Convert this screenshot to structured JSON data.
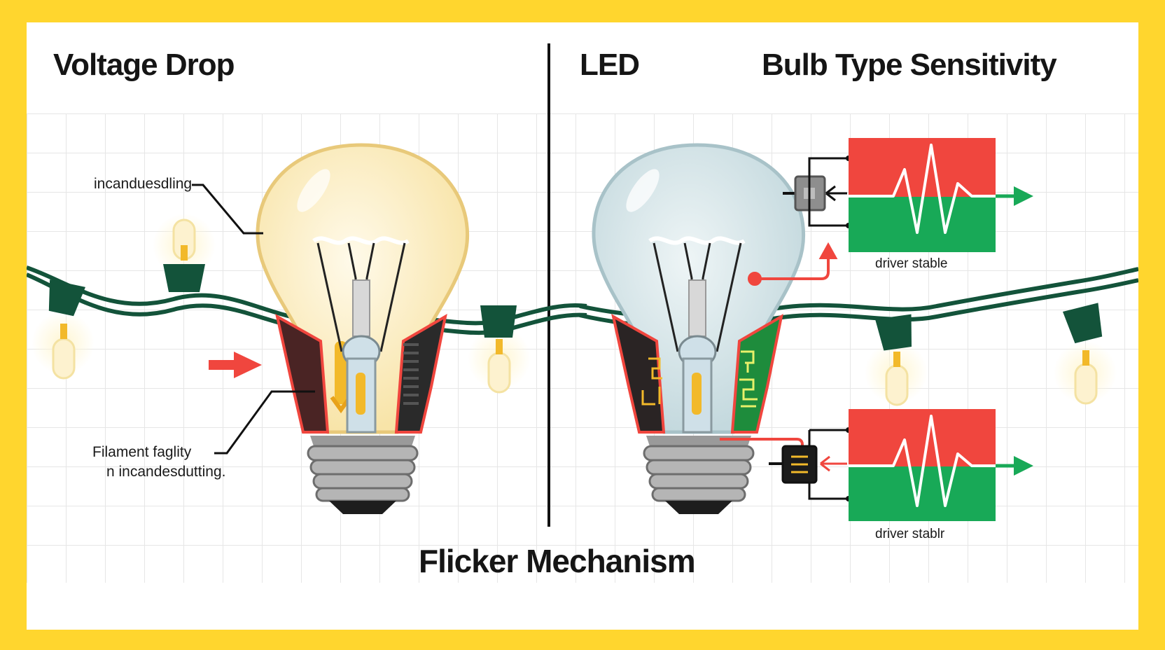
{
  "headings": {
    "left": "Voltage Drop",
    "middle": "LED",
    "right": "Bulb Type Sensitivity",
    "bottom": "Flicker Mechanism"
  },
  "labels": {
    "incandescent_top": "incanduesdling",
    "filament_line1": "Filament faglity",
    "filament_line2": "n incandesdutting.",
    "driver_top": "driver stable",
    "driver_bottom": "driver stablr"
  },
  "colors": {
    "border": "#ffd62e",
    "red": "#f0463e",
    "green": "#18a957",
    "wire": "#13533a",
    "incandescent_glass": "#fbeec4",
    "led_glass": "#cfe0e4"
  },
  "icons": [
    "incandescent-bulb-icon",
    "led-bulb-icon",
    "string-light-icon",
    "driver-chip-icon",
    "heartbeat-waveform-icon",
    "arrow-icon"
  ]
}
